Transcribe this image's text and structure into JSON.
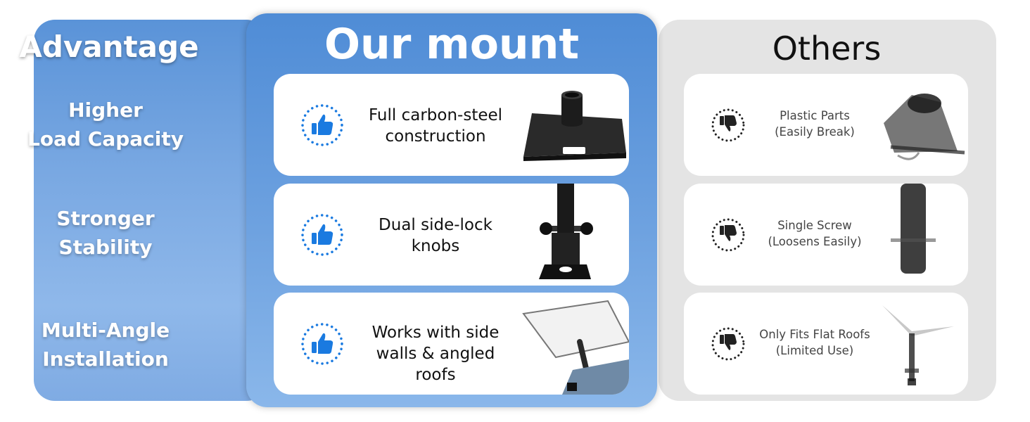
{
  "advantage": {
    "title": "Advantage",
    "items": [
      {
        "line1": "Higher",
        "line2": "Load Capacity"
      },
      {
        "line1": "Stronger",
        "line2": "Stability"
      },
      {
        "line1": "Multi-Angle",
        "line2": "Installation"
      }
    ]
  },
  "our_mount": {
    "title": "Our mount",
    "rows": [
      {
        "line1": "Full carbon-steel",
        "line2": "construction"
      },
      {
        "line1": "Dual side-lock",
        "line2": "knobs"
      },
      {
        "line1": "Works with side",
        "line2": "walls & angled roofs"
      }
    ]
  },
  "others": {
    "title": "Others",
    "rows": [
      {
        "line1": "Plastic Parts",
        "line2": "(Easily Break)"
      },
      {
        "line1": "Single Screw",
        "line2": "(Loosens Easily)"
      },
      {
        "line1": "Only Fits Flat Roofs",
        "line2": "(Limited Use)"
      }
    ]
  },
  "icons": {
    "positive": "thumbs-up-icon",
    "negative": "thumbs-down-icon"
  },
  "colors": {
    "accent": "#1a7ae0",
    "panel_blue": "#5a93d8",
    "others_bg": "#e4e4e4"
  }
}
